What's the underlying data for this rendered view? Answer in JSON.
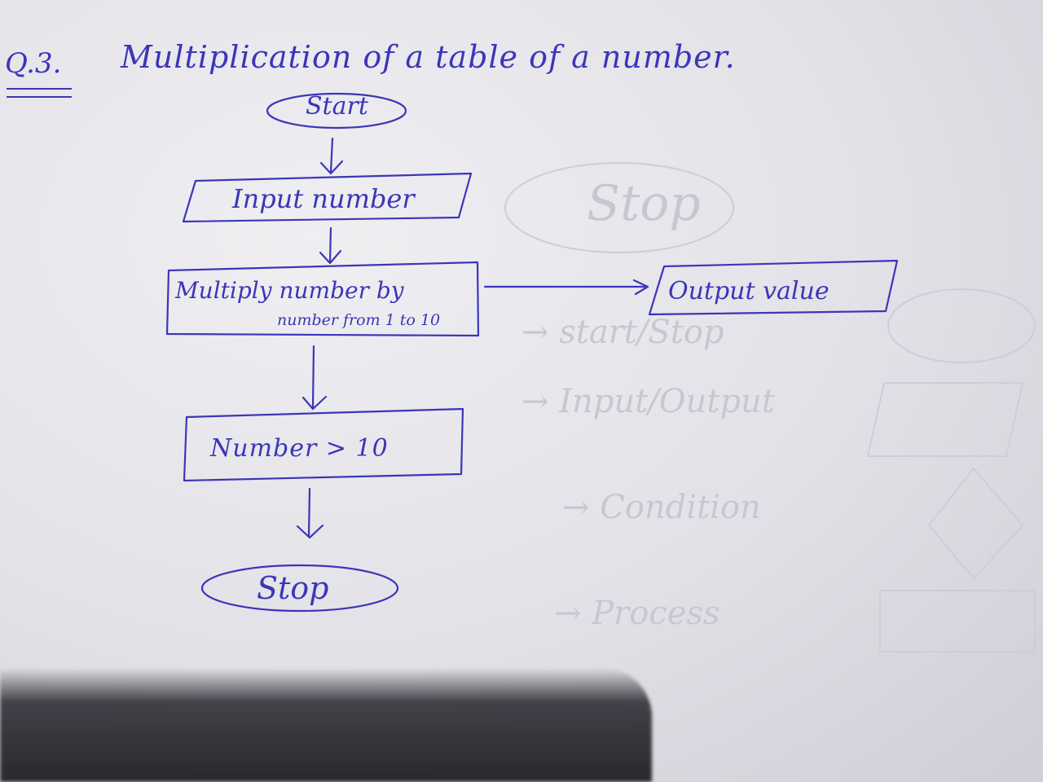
{
  "question": {
    "number": "Q.3.",
    "title": "Multiplication of a table of a number."
  },
  "flowchart": {
    "start": "Start",
    "input": "Input number",
    "process_line1": "Multiply number by",
    "process_line2": "number from 1 to 10",
    "output": "Output value",
    "decision": "Number > 10",
    "stop": "Stop"
  },
  "colors": {
    "ink": "#3b36b8",
    "paper": "#e4e3e8",
    "bleed_through": "#c9c6d3"
  }
}
